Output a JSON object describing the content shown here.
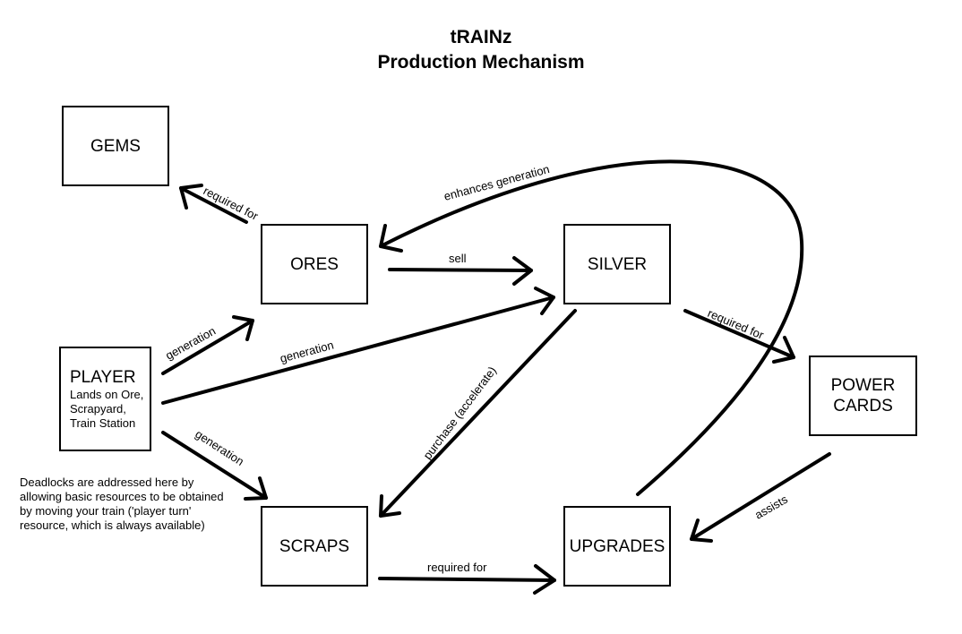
{
  "title": {
    "line1": "tRAINz",
    "line2": "Production Mechanism"
  },
  "nodes": {
    "gems": "GEMS",
    "ores": "ORES",
    "silver": "SILVER",
    "player": {
      "name": "PLAYER",
      "desc": "Lands on Ore,\nScrapyard,\nTrain Station"
    },
    "power_cards": "POWER\nCARDS",
    "scraps": "SCRAPS",
    "upgrades": "UPGRADES"
  },
  "edge_labels": {
    "ores_to_gems": "required for",
    "enhances": "enhances generation",
    "ores_to_silver": "sell",
    "player_to_ores": "generation",
    "player_to_silver": "generation",
    "silver_to_power": "required for",
    "player_to_scraps": "generation",
    "silver_to_scraps": "purchase (accelerate)",
    "power_to_upgrades": "assists",
    "scraps_to_upgrades": "required for"
  },
  "note": "Deadlocks are addressed here by allowing basic resources to be obtained by moving your train ('player turn' resource, which is always available)"
}
